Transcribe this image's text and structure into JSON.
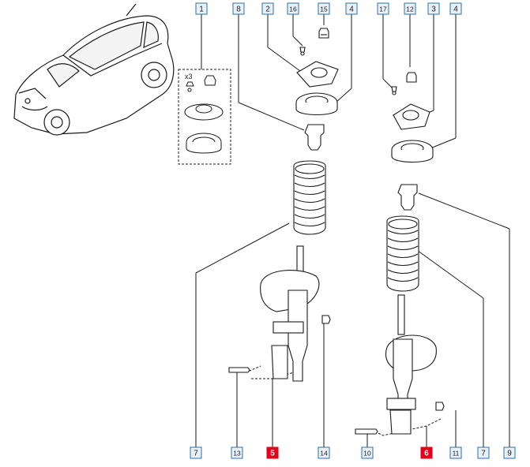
{
  "diagram": {
    "colors": {
      "line": "#1a1a1a",
      "label_border": "#2a6fa8",
      "label_bg": "#e9f2fb",
      "label_text": "#1a1a1a",
      "highlight_bg": "#e3001b",
      "highlight_text": "#ffffff",
      "part_fill": "#ffffff"
    },
    "vehicle": {
      "icon": "car-hatchback-icon"
    },
    "kit_box": {
      "quantity_text": "x3"
    },
    "callouts_top": [
      {
        "id": "t1",
        "text": "1"
      },
      {
        "id": "t8",
        "text": "8"
      },
      {
        "id": "t2",
        "text": "2"
      },
      {
        "id": "t16",
        "text": "16"
      },
      {
        "id": "t15",
        "text": "15"
      },
      {
        "id": "t4a",
        "text": "4"
      },
      {
        "id": "t17",
        "text": "17"
      },
      {
        "id": "t12",
        "text": "12"
      },
      {
        "id": "t3",
        "text": "3"
      },
      {
        "id": "t4b",
        "text": "4"
      }
    ],
    "callouts_bottom": [
      {
        "id": "b7a",
        "text": "7",
        "highlight": false
      },
      {
        "id": "b13",
        "text": "13",
        "highlight": false
      },
      {
        "id": "b5",
        "text": "5",
        "highlight": true
      },
      {
        "id": "b14",
        "text": "14",
        "highlight": false
      },
      {
        "id": "b10",
        "text": "10",
        "highlight": false
      },
      {
        "id": "b6",
        "text": "6",
        "highlight": true
      },
      {
        "id": "b11",
        "text": "11",
        "highlight": false
      },
      {
        "id": "b7b",
        "text": "7",
        "highlight": false
      },
      {
        "id": "b9",
        "text": "9",
        "highlight": false
      }
    ]
  }
}
